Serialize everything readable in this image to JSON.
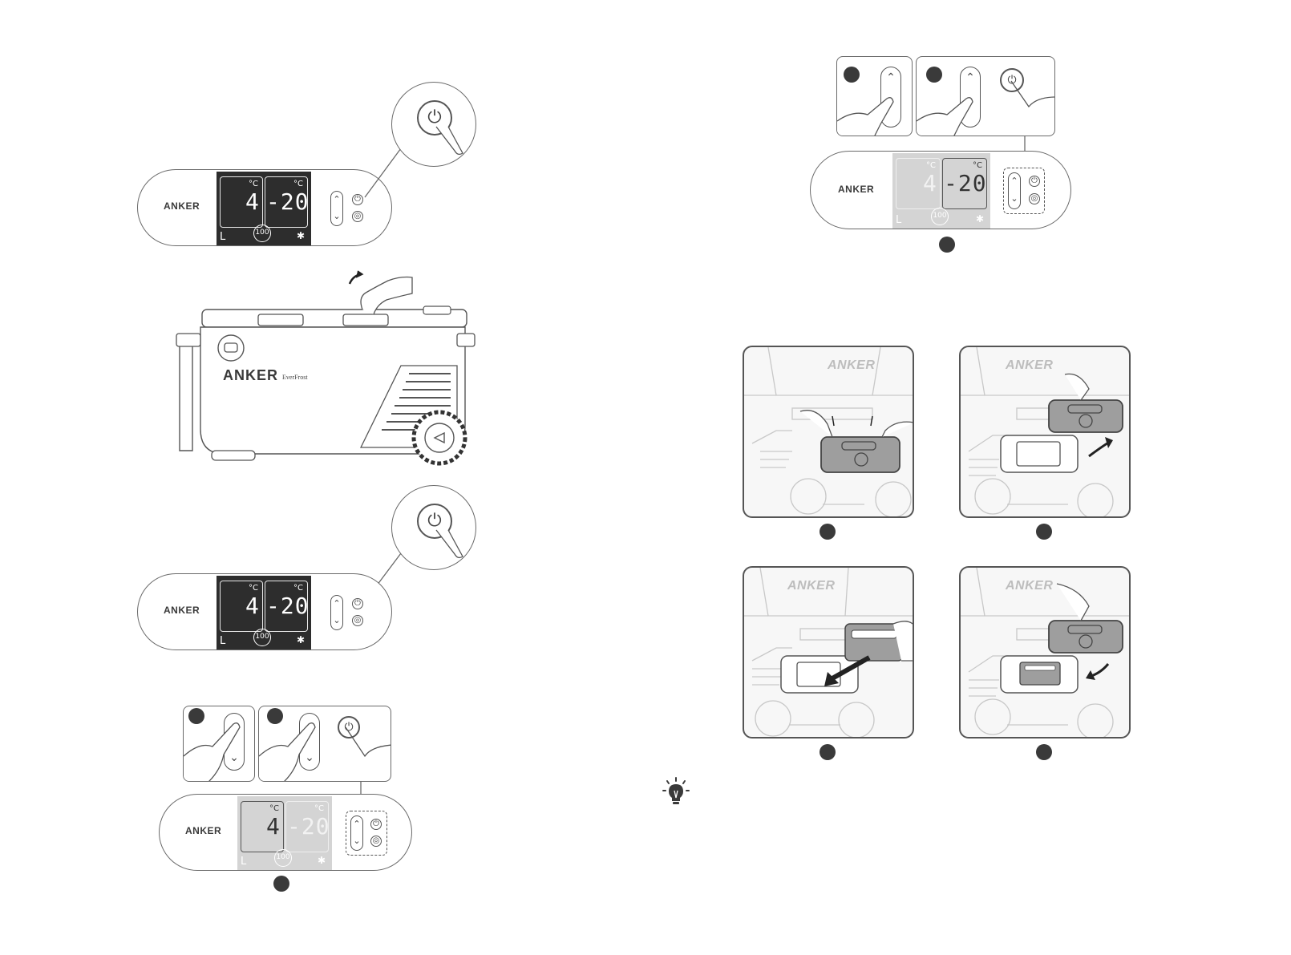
{
  "brand": "ANKER",
  "cooler": {
    "brand": "ANKER",
    "model": "EverFrost"
  },
  "display": {
    "left_temp": "4",
    "right_temp": "-20",
    "unit": "°C",
    "mode_letter": "L",
    "battery": "100",
    "bluetooth_icon": "bluetooth-icon"
  },
  "icons": {
    "power": "power-icon",
    "settings": "settings-icon",
    "up": "chevron-up-icon",
    "down": "chevron-down-icon",
    "tip": "lightbulb-icon",
    "arrow": "curved-arrow-icon"
  },
  "colors": {
    "lcd_dark": "#2d2d2d",
    "lcd_inactive": "#d4d4d4",
    "line": "#6a6a6a",
    "step_dot": "#3a3a3a"
  }
}
